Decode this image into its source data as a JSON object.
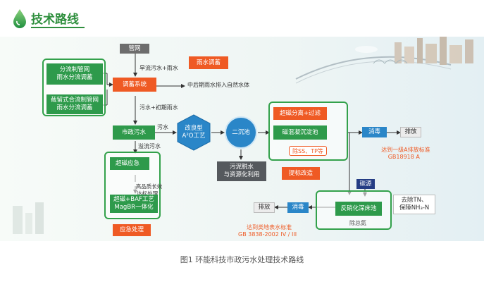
{
  "header": {
    "title": "技术路线"
  },
  "nodes": {
    "guanwang": "管网",
    "fenliu": "分流制管网\n雨水分流调蓄",
    "jieliu": "截留式合流制管网\n雨水分流调蓄",
    "tiaoxu": "调蓄系统",
    "yushui_tiaoxu": "雨水调蓄",
    "shizheng": "市政污水",
    "gaijin": "改良型\nA²O工艺",
    "erchenchi": "二沉池",
    "wuni": "污泥脱水\n与资源化利用",
    "chaoci_yingji": "超磁应急",
    "gaopinzhi": "高品质长效\n达标处理",
    "chaoci_baf": "超磁+BAF工艺\nMagBR一体化",
    "yingji_chuli": "应急处理",
    "chaoci_fenli": "超磁分离+过滤",
    "cihun": "磁混凝沉淀池",
    "chu_ss": "除SS、TP等",
    "xiaodu1": "消毒",
    "paifang1": "排放",
    "biaozhun1": "达到一级A排放标准\nGB18918 A",
    "tanyuan": "碳源",
    "qu_tn": "去除TN、\n保障NH₃-N",
    "fanxiaohua": "反硝化深床池",
    "chuzongdan": "除总氮",
    "xiaodu2": "消毒",
    "paifang2": "排放",
    "biaozhun2": "达到类地表水标准\nGB 3838-2002 IV / III",
    "tibiao": "提标改造"
  },
  "edge_labels": {
    "hanliu": "旱流污水+雨水",
    "zhonghouqi": "中后期雨水排入自然水体",
    "wushui_chuqi": "污水+初期雨水",
    "wushui": "污水",
    "yiliu": "溢流污水"
  },
  "caption": "图1 环能科技市政污水处理技术路线",
  "colors": {
    "green": "#2e9a4b",
    "orange": "#ef5a24",
    "blue": "#2a86c8",
    "gray": "#6d6d6d",
    "navy": "#243c84"
  }
}
